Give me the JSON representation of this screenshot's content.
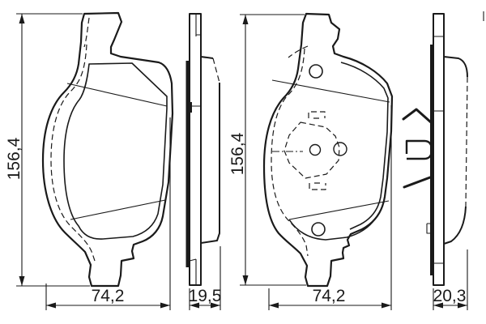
{
  "drawing": {
    "colors": {
      "background": "#ffffff",
      "line": "#1a1a1a"
    },
    "views": [
      {
        "name": "pad-a-front",
        "height": "156,4",
        "width": "74,2"
      },
      {
        "name": "pad-a-side",
        "thickness": "19,5"
      },
      {
        "name": "pad-b-front",
        "height": "156,4",
        "width": "74,2"
      },
      {
        "name": "pad-b-side",
        "thickness": "20,3"
      }
    ]
  }
}
